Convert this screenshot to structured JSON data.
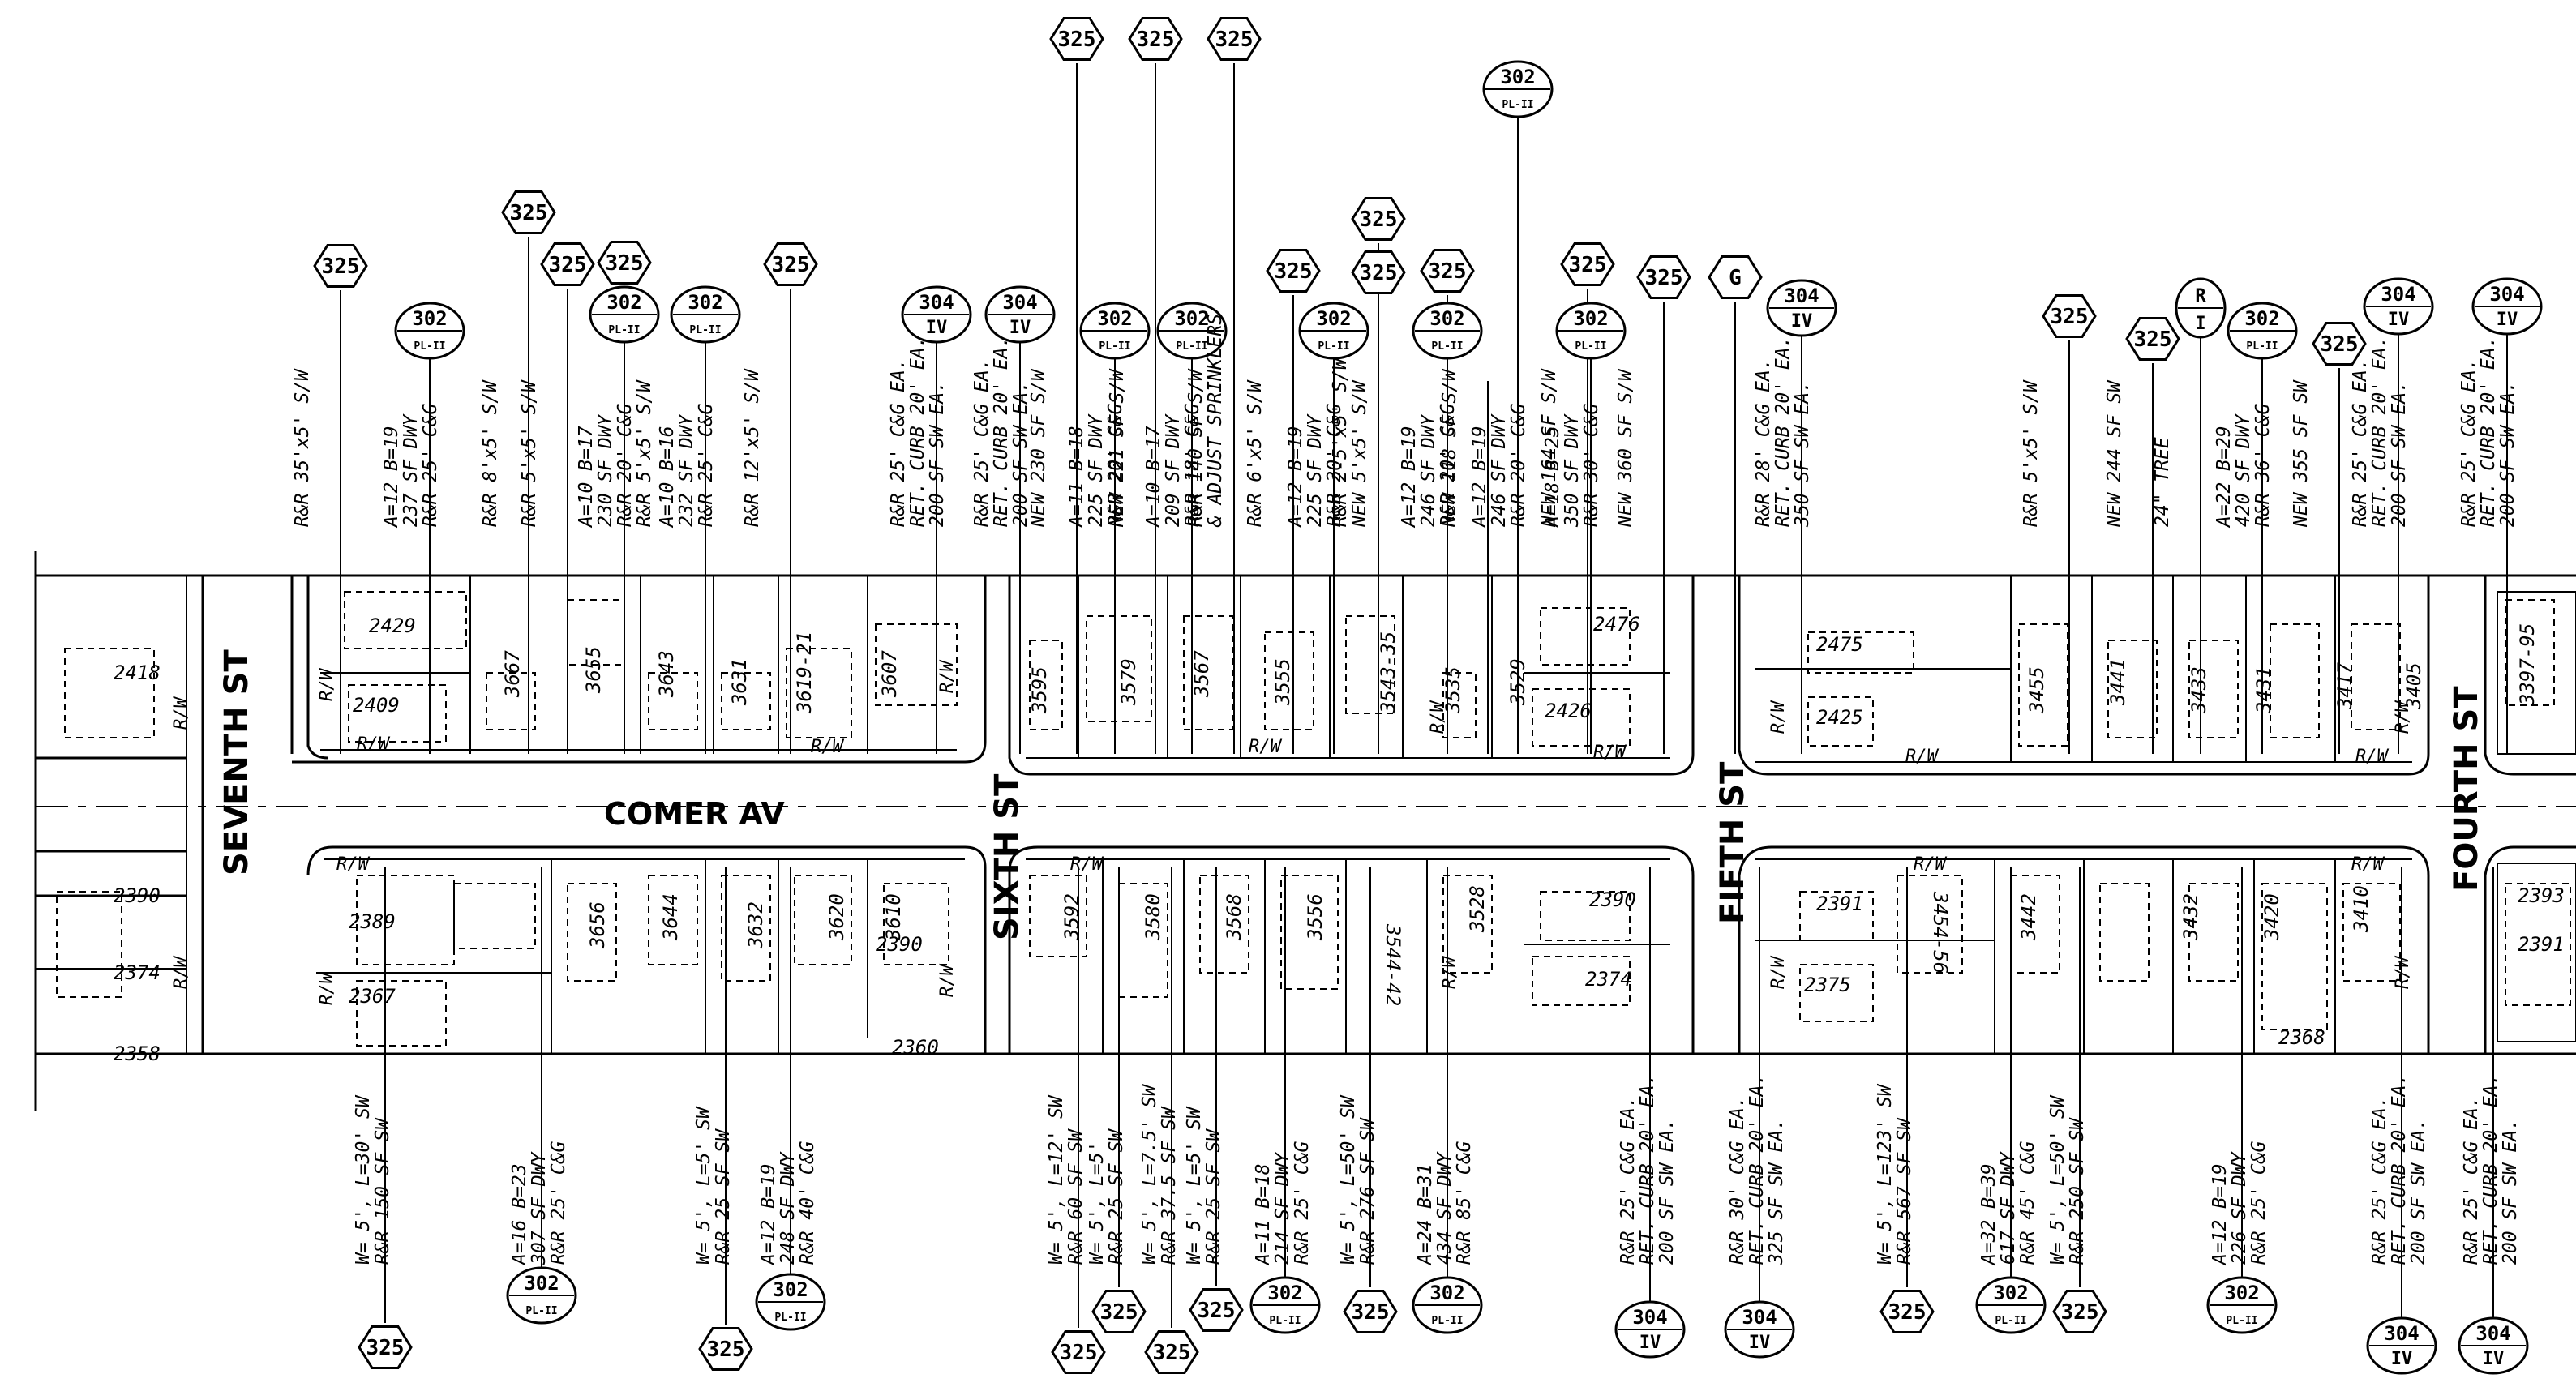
{
  "streets": {
    "seventh": "SEVENTH ST",
    "sixth": "SIXTH ST",
    "fifth": "FIFTH ST",
    "fourth": "FOURTH ST",
    "comer": "COMER AV"
  },
  "row_label": "R/W",
  "north_houses": [
    "2429",
    "2409",
    "3667",
    "3655",
    "3643",
    "3631",
    "3619-21",
    "3607",
    "3595",
    "3579",
    "3567",
    "3555",
    "3543-35",
    "3535",
    "3529",
    "2476",
    "2426",
    "2418",
    "2475",
    "2425",
    "3455",
    "3441",
    "3433",
    "3431",
    "3417",
    "3405",
    "3397-95"
  ],
  "south_houses": [
    "2390",
    "2374",
    "2358",
    "2389",
    "2367",
    "3656",
    "3644",
    "3632",
    "3620",
    "3610",
    "2390",
    "2360",
    "3592",
    "3580",
    "3568",
    "3556",
    "3544-42",
    "3528",
    "2390",
    "2374",
    "2391",
    "2375",
    "3454-56",
    "3442",
    "3432",
    "3420",
    "3410",
    "2368",
    "2393",
    "2391"
  ],
  "top_notes": [
    {
      "id": "t1",
      "lines": [
        "R&R 35'x5' S/W"
      ],
      "callouts": [
        {
          "type": "hex",
          "num": "325"
        }
      ]
    },
    {
      "id": "t2",
      "lines": [
        "A=12   B=19",
        "237 SF DWY",
        "R&R 25' C&G"
      ],
      "callouts": [
        {
          "type": "oval",
          "num": "302",
          "sub": "PL-II"
        }
      ]
    },
    {
      "id": "t3",
      "lines": [
        "R&R 8'x5' S/W"
      ],
      "callouts": [
        {
          "type": "hex",
          "num": "325"
        }
      ]
    },
    {
      "id": "t4",
      "lines": [
        "R&R 5'x5' S/W"
      ],
      "callouts": [
        {
          "type": "hex",
          "num": "325"
        }
      ]
    },
    {
      "id": "t5",
      "lines": [
        "A=10   B=17",
        "230 SF DWY",
        "R&R 20' C&G",
        "R&R 5'x5' S/W"
      ],
      "callouts": [
        {
          "type": "oval",
          "num": "302",
          "sub": "PL-II"
        },
        {
          "type": "hex",
          "num": "325"
        }
      ]
    },
    {
      "id": "t6",
      "lines": [
        "A=10   B=16",
        "232 SF DWY",
        "R&R 25' C&G"
      ],
      "callouts": [
        {
          "type": "oval",
          "num": "302",
          "sub": "PL-II"
        }
      ]
    },
    {
      "id": "t7",
      "lines": [
        "R&R 12'x5' S/W"
      ],
      "callouts": [
        {
          "type": "hex",
          "num": "325"
        }
      ]
    },
    {
      "id": "t8",
      "lines": [
        "R&R 25' C&G EA.",
        "RET. CURB 20' EA.",
        "200 SF SW EA."
      ],
      "callouts": [
        {
          "type": "oval",
          "num": "304",
          "sub": "IV"
        }
      ]
    },
    {
      "id": "t9",
      "lines": [
        "R&R 25' C&G EA.",
        "RET. CURB 20' EA.",
        "200 SF SW EA."
      ],
      "callouts": [
        {
          "type": "oval",
          "num": "304",
          "sub": "IV"
        }
      ]
    },
    {
      "id": "t10",
      "lines": [
        "NEW 230 SF S/W"
      ],
      "callouts": [
        {
          "type": "hex",
          "num": "325"
        }
      ]
    },
    {
      "id": "t11",
      "lines": [
        "A=11   B=18",
        "225 SF DWY",
        "R&R 20' C&G"
      ],
      "callouts": [
        {
          "type": "oval",
          "num": "302",
          "sub": "PL-II"
        }
      ]
    },
    {
      "id": "t12",
      "lines": [
        "NEW 221 SF S/W"
      ],
      "callouts": [
        {
          "type": "hex",
          "num": "325"
        }
      ]
    },
    {
      "id": "t13",
      "lines": [
        "A=10   B=17",
        "209 SF DWY",
        "R&R 18' C&G"
      ],
      "callouts": [
        {
          "type": "oval",
          "num": "302",
          "sub": "PL-II"
        }
      ]
    },
    {
      "id": "t14",
      "lines": [
        "R&R 140 SF S/W",
        "& ADJUST SPRINKLERS"
      ],
      "callouts": [
        {
          "type": "hex",
          "num": "325"
        }
      ]
    },
    {
      "id": "t15",
      "lines": [
        "R&R 6'x5' S/W"
      ],
      "callouts": [
        {
          "type": "hex",
          "num": "325"
        }
      ]
    },
    {
      "id": "t16",
      "lines": [
        "A=12   B=19",
        "225 SF DWY",
        "R&R 20' C&G"
      ],
      "callouts": [
        {
          "type": "oval",
          "num": "302",
          "sub": "PL-II"
        }
      ]
    },
    {
      "id": "t17",
      "lines": [
        "R&R 2-5'x5' S/W",
        "NEW 5'x5' S/W"
      ],
      "callouts": [
        {
          "type": "hex",
          "num": "325"
        },
        {
          "type": "hex",
          "num": "325"
        }
      ]
    },
    {
      "id": "t18",
      "lines": [
        "A=12   B=19",
        "246 SF DWY",
        "R&R 20' C&G"
      ],
      "callouts": [
        {
          "type": "oval",
          "num": "302",
          "sub": "PL-II"
        },
        {
          "type": "hex",
          "num": "325"
        }
      ]
    },
    {
      "id": "t19",
      "lines": [
        "NEW 118 SF S/W"
      ],
      "callouts": []
    },
    {
      "id": "t20",
      "lines": [
        "A=12   B=19",
        "246 SF DWY",
        "R&R 20' C&G"
      ],
      "callouts": [
        {
          "type": "oval",
          "num": "302",
          "sub": "PL-II"
        }
      ]
    },
    {
      "id": "t21",
      "lines": [
        "NEW 164 SF S/W"
      ],
      "callouts": [
        {
          "type": "hex",
          "num": "325"
        }
      ]
    },
    {
      "id": "t22",
      "lines": [
        "A=18   B=25",
        "350 SF DWY",
        "R&R 30' C&G"
      ],
      "callouts": [
        {
          "type": "oval",
          "num": "302",
          "sub": "PL-II"
        }
      ]
    },
    {
      "id": "t23",
      "lines": [
        "NEW 360 SF S/W"
      ],
      "callouts": [
        {
          "type": "hex",
          "num": "325"
        }
      ]
    },
    {
      "id": "t24",
      "lines": [],
      "callouts": [
        {
          "type": "hex",
          "num": "G"
        }
      ]
    },
    {
      "id": "t25",
      "lines": [
        "R&R 28' C&G EA.",
        "RET. CURB 20' EA.",
        "350 SF SW EA."
      ],
      "callouts": [
        {
          "type": "oval",
          "num": "304",
          "sub": "IV"
        }
      ]
    },
    {
      "id": "t26",
      "lines": [
        "R&R 5'x5' S/W"
      ],
      "callouts": [
        {
          "type": "hex",
          "num": "325"
        }
      ]
    },
    {
      "id": "t27",
      "lines": [
        "NEW 244 SF   SW"
      ],
      "callouts": [
        {
          "type": "hex",
          "num": "325"
        }
      ]
    },
    {
      "id": "t28",
      "lines": [
        "24\" TREE"
      ],
      "callouts": [
        {
          "type": "tree",
          "r": "R",
          "i": "I"
        }
      ]
    },
    {
      "id": "t29",
      "lines": [
        "A=22   B=29",
        "420 SF DWY",
        "R&R 36' C&G"
      ],
      "callouts": [
        {
          "type": "oval",
          "num": "302",
          "sub": "PL-II"
        }
      ]
    },
    {
      "id": "t30",
      "lines": [
        "NEW 355 SF   SW"
      ],
      "callouts": [
        {
          "type": "hex",
          "num": "325"
        }
      ]
    },
    {
      "id": "t31",
      "lines": [
        "R&R 25' C&G EA.",
        "RET. CURB 20' EA.",
        "200 SF SW EA."
      ],
      "callouts": [
        {
          "type": "oval",
          "num": "304",
          "sub": "IV"
        }
      ]
    },
    {
      "id": "t32",
      "lines": [
        "R&R 25' C&G EA.",
        "RET. CURB 20' EA.",
        "200 SF SW EA."
      ],
      "callouts": [
        {
          "type": "oval",
          "num": "304",
          "sub": "IV"
        }
      ]
    }
  ],
  "bottom_notes": [
    {
      "id": "b1",
      "lines": [
        "W= 5', L=30'   SW",
        "R&R 150 SF SW"
      ],
      "callouts": [
        {
          "type": "hex",
          "num": "325"
        }
      ]
    },
    {
      "id": "b2",
      "lines": [
        "A=16   B=23",
        "307 SF DWY",
        "R&R 25' C&G"
      ],
      "callouts": [
        {
          "type": "oval",
          "num": "302",
          "sub": "PL-II"
        }
      ]
    },
    {
      "id": "b3",
      "lines": [
        "W= 5', L=5'   SW",
        "R&R 25 SF SW"
      ],
      "callouts": [
        {
          "type": "hex",
          "num": "325"
        }
      ]
    },
    {
      "id": "b4",
      "lines": [
        "A=12   B=19",
        "248 SF DWY",
        "R&R 40' C&G"
      ],
      "callouts": [
        {
          "type": "oval",
          "num": "302",
          "sub": "PL-II"
        }
      ]
    },
    {
      "id": "b5",
      "lines": [
        "W= 5', L=12'   SW",
        "R&R 60 SF SW"
      ],
      "callouts": [
        {
          "type": "hex",
          "num": "325"
        }
      ]
    },
    {
      "id": "b6",
      "lines": [
        "W= 5', L=5'",
        "R&R 25 SF SW"
      ],
      "callouts": [
        {
          "type": "hex",
          "num": "325"
        }
      ]
    },
    {
      "id": "b7",
      "lines": [
        "W= 5', L=7.5'   SW",
        "R&R 37.5 SF SW"
      ],
      "callouts": [
        {
          "type": "hex",
          "num": "325"
        }
      ]
    },
    {
      "id": "b8",
      "lines": [
        "W= 5', L=5'   SW",
        "R&R 25 SF SW"
      ],
      "callouts": [
        {
          "type": "hex",
          "num": "325"
        }
      ]
    },
    {
      "id": "b9",
      "lines": [
        "A=11   B=18",
        "214 SF DWY",
        "R&R 25' C&G"
      ],
      "callouts": [
        {
          "type": "oval",
          "num": "302",
          "sub": "PL-II"
        }
      ]
    },
    {
      "id": "b10",
      "lines": [
        "W= 5', L=50'   SW",
        "R&R 276 SF SW"
      ],
      "callouts": [
        {
          "type": "hex",
          "num": "325"
        }
      ]
    },
    {
      "id": "b11",
      "lines": [
        "A=24   B=31",
        "434 SF DWY",
        "R&R 85' C&G"
      ],
      "callouts": [
        {
          "type": "oval",
          "num": "302",
          "sub": "PL-II"
        }
      ]
    },
    {
      "id": "b12",
      "lines": [
        "R&R 25' C&G EA.",
        "RET. CURB 20' EA.",
        "200 SF SW EA."
      ],
      "callouts": [
        {
          "type": "oval",
          "num": "304",
          "sub": "IV"
        }
      ]
    },
    {
      "id": "b13",
      "lines": [
        "R&R 30' C&G EA.",
        "RET. CURB 20' EA.",
        "325 SF SW EA."
      ],
      "callouts": [
        {
          "type": "oval",
          "num": "304",
          "sub": "IV"
        }
      ]
    },
    {
      "id": "b14",
      "lines": [
        "W= 5', L=123'   SW",
        "R&R 567 SF SW"
      ],
      "callouts": [
        {
          "type": "hex",
          "num": "325"
        }
      ]
    },
    {
      "id": "b15",
      "lines": [
        "A=32   B=39",
        "617 SF DWY",
        "R&R 45' C&G"
      ],
      "callouts": [
        {
          "type": "oval",
          "num": "302",
          "sub": "PL-II"
        }
      ]
    },
    {
      "id": "b16",
      "lines": [
        "W= 5', L=50'   SW",
        "R&R 250 SF SW"
      ],
      "callouts": [
        {
          "type": "hex",
          "num": "325"
        }
      ]
    },
    {
      "id": "b17",
      "lines": [
        "A=12   B=19",
        "226 SF DWY",
        "R&R 25' C&G"
      ],
      "callouts": [
        {
          "type": "oval",
          "num": "302",
          "sub": "PL-II"
        }
      ]
    },
    {
      "id": "b18",
      "lines": [
        "R&R 25' C&G EA.",
        "RET. CURB 20' EA.",
        "200 SF SW EA."
      ],
      "callouts": [
        {
          "type": "oval",
          "num": "304",
          "sub": "IV"
        }
      ]
    },
    {
      "id": "b19",
      "lines": [
        "R&R 25' C&G EA.",
        "RET. CURB 20' EA.",
        "200 SF SW EA."
      ],
      "callouts": [
        {
          "type": "oval",
          "num": "304",
          "sub": "IV"
        }
      ]
    }
  ]
}
